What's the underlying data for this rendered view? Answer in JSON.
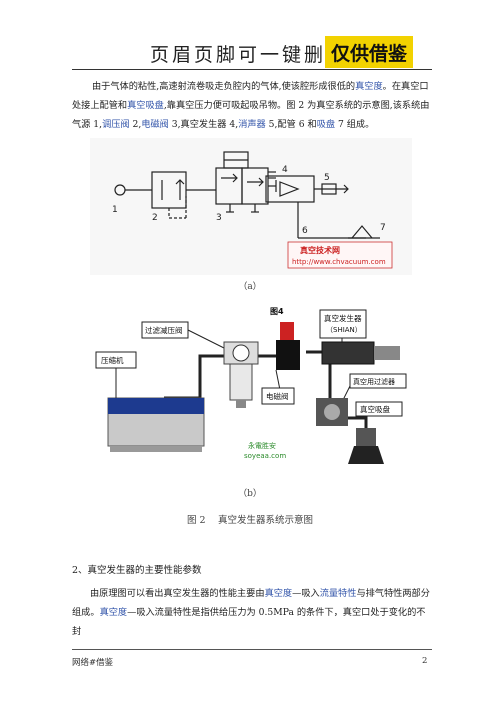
{
  "header": {
    "title": "页眉页脚可一键删除",
    "badge": "仅供借鉴"
  },
  "para1": {
    "t1": "由于气体的粘性,高速射流卷吸走负腔内的气体,使该腔形成很低的",
    "t2": "真空度",
    "t3": "。在真空口处接上配管和",
    "t4": "真空吸盘",
    "t5": ",靠真空压力便可吸起吸吊物。图 2 为真空系统的示意图,该系统由气源 1,",
    "t6": "调压阀",
    "t7": " 2,",
    "t8": "电磁阀",
    "t9": " 3,真空发生器 4,",
    "t10": "消声器",
    "t11": " 5,配管 6 和",
    "t12": "吸盘",
    "t13": " 7 组成。"
  },
  "figure_a": {
    "labels": [
      "1",
      "2",
      "3",
      "4",
      "5",
      "6",
      "7"
    ],
    "watermark": "真空技术网",
    "url": "http://www.chvacuum.com",
    "caption": "（a）"
  },
  "figure_b": {
    "title": "图4",
    "filter_valve": "过滤减压阀",
    "generator": "真空发生器",
    "shian": "（SHIAN）",
    "compressor": "压缩机",
    "solenoid": "电磁阀",
    "vacuum_filter": "真空用过滤器",
    "suction_cup": "真空吸盘",
    "watermark1": "永電胜安",
    "watermark2": "soyeaa.com",
    "caption": "（b）"
  },
  "figure_title": "图 2　 真空发生器系统示意图",
  "section_title": "2、真空发生器的主要性能参数",
  "para2": {
    "t1": "由原理图可以看出真空发生器的性能主要由",
    "t2": "真空度",
    "t3": "—吸入",
    "t4": "流量特性",
    "t5": "与排气特性两部分组成。",
    "t6": "真空度",
    "t7": "—吸入流量特性是指供给压力为 0.5MPa 的条件下，真空口处于变化的不封"
  },
  "footer": {
    "left": "网络#借鉴",
    "page": "2"
  }
}
